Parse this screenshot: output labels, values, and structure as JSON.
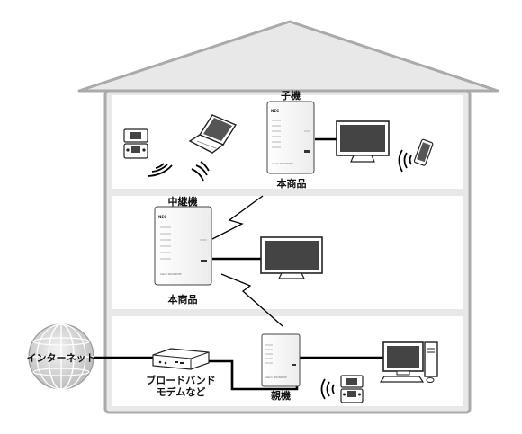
{
  "labels": {
    "child": "子機",
    "this_product_top": "本商品",
    "relay": "中継機",
    "this_product_mid": "本商品",
    "internet": "インターネット",
    "modem_line1": "ブロードバンド",
    "modem_line2": "モデムなど",
    "parent": "親機"
  },
  "router_text": {
    "brand": "NEC",
    "model": "Aterm WG2600HP"
  },
  "colors": {
    "house_outline": "#aaaaaa",
    "house_fill": "#e8e8e8",
    "room_fill": "#ffffff",
    "cable": "#000000",
    "globe": "#c8c8c8"
  }
}
